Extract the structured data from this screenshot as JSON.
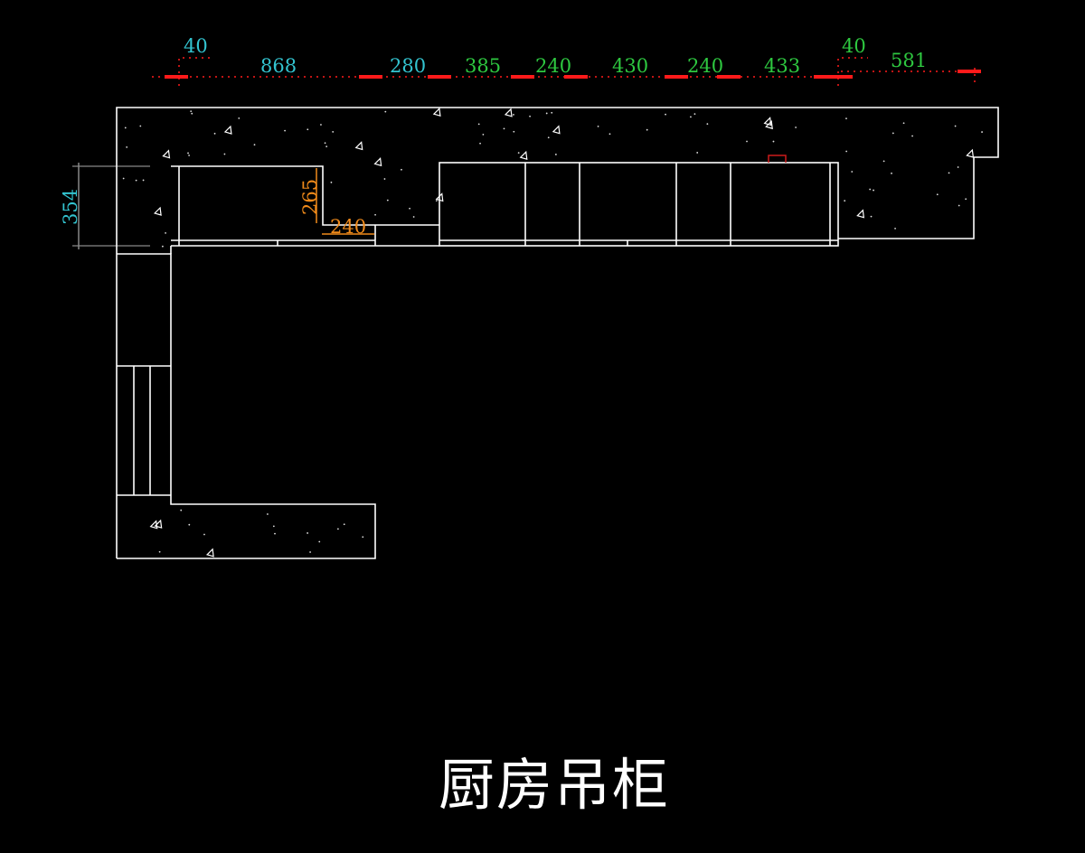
{
  "title": "厨房吊柜",
  "colors": {
    "background": "#000000",
    "walls": "#ffffff",
    "dimension_line": "#ff1a1a",
    "dim_text_cyan": "#33c4d0",
    "dim_text_green": "#2ec840",
    "dim_text_orange": "#f08a1a"
  },
  "top_dimensions": [
    "40",
    "868",
    "280",
    "385",
    "240",
    "430",
    "240",
    "433",
    "40",
    "581"
  ],
  "left_dimension": "354",
  "notch_dimensions": {
    "height": "265",
    "width": "240"
  }
}
